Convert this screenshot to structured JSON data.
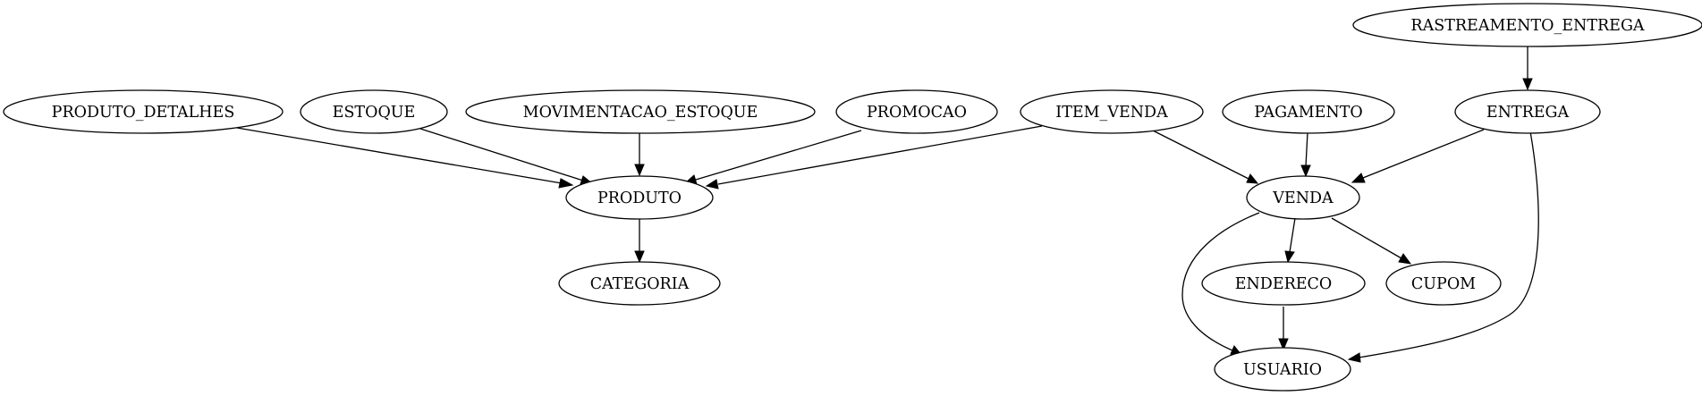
{
  "graph": {
    "nodes": {
      "rastreamento_entrega": "RASTREAMENTO_ENTREGA",
      "produto_detalhes": "PRODUTO_DETALHES",
      "estoque": "ESTOQUE",
      "movimentacao_estoque": "MOVIMENTACAO_ESTOQUE",
      "promocao": "PROMOCAO",
      "item_venda": "ITEM_VENDA",
      "pagamento": "PAGAMENTO",
      "entrega": "ENTREGA",
      "produto": "PRODUTO",
      "venda": "VENDA",
      "categoria": "CATEGORIA",
      "endereco": "ENDERECO",
      "cupom": "CUPOM",
      "usuario": "USUARIO"
    },
    "edges": [
      {
        "from": "RASTREAMENTO_ENTREGA",
        "to": "ENTREGA"
      },
      {
        "from": "PRODUTO_DETALHES",
        "to": "PRODUTO"
      },
      {
        "from": "ESTOQUE",
        "to": "PRODUTO"
      },
      {
        "from": "MOVIMENTACAO_ESTOQUE",
        "to": "PRODUTO"
      },
      {
        "from": "PROMOCAO",
        "to": "PRODUTO"
      },
      {
        "from": "ITEM_VENDA",
        "to": "PRODUTO"
      },
      {
        "from": "ITEM_VENDA",
        "to": "VENDA"
      },
      {
        "from": "PAGAMENTO",
        "to": "VENDA"
      },
      {
        "from": "ENTREGA",
        "to": "VENDA"
      },
      {
        "from": "ENTREGA",
        "to": "USUARIO"
      },
      {
        "from": "PRODUTO",
        "to": "CATEGORIA"
      },
      {
        "from": "VENDA",
        "to": "USUARIO"
      },
      {
        "from": "VENDA",
        "to": "ENDERECO"
      },
      {
        "from": "VENDA",
        "to": "CUPOM"
      },
      {
        "from": "ENDERECO",
        "to": "USUARIO"
      }
    ]
  }
}
